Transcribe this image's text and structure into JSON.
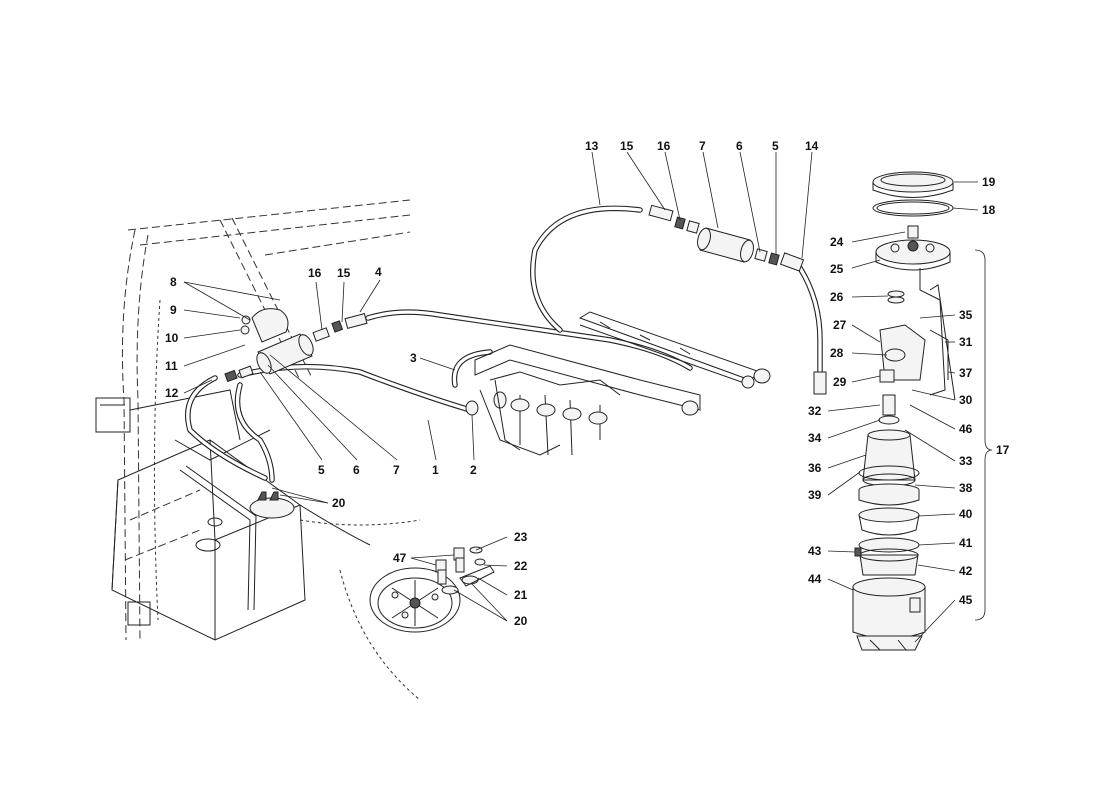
{
  "callouts": {
    "c1": "1",
    "c2": "2",
    "c3": "3",
    "c4": "4",
    "c5a": "5",
    "c5b": "5",
    "c6a": "6",
    "c6b": "6",
    "c7a": "7",
    "c7b": "7",
    "c8": "8",
    "c9": "9",
    "c10": "10",
    "c11": "11",
    "c12": "12",
    "c13": "13",
    "c14": "14",
    "c15a": "15",
    "c15b": "15",
    "c16a": "16",
    "c16b": "16",
    "c17": "17",
    "c18": "18",
    "c19": "19",
    "c20a": "20",
    "c20b": "20",
    "c21": "21",
    "c22": "22",
    "c23": "23",
    "c24": "24",
    "c25": "25",
    "c26": "26",
    "c27": "27",
    "c28": "28",
    "c29": "29",
    "c30": "30",
    "c31": "31",
    "c32": "32",
    "c33": "33",
    "c34": "34",
    "c35": "35",
    "c36": "36",
    "c37": "37",
    "c38": "38",
    "c39": "39",
    "c40": "40",
    "c41": "41",
    "c42": "42",
    "c43": "43",
    "c44": "44",
    "c45": "45",
    "c46": "46",
    "c47": "47"
  }
}
